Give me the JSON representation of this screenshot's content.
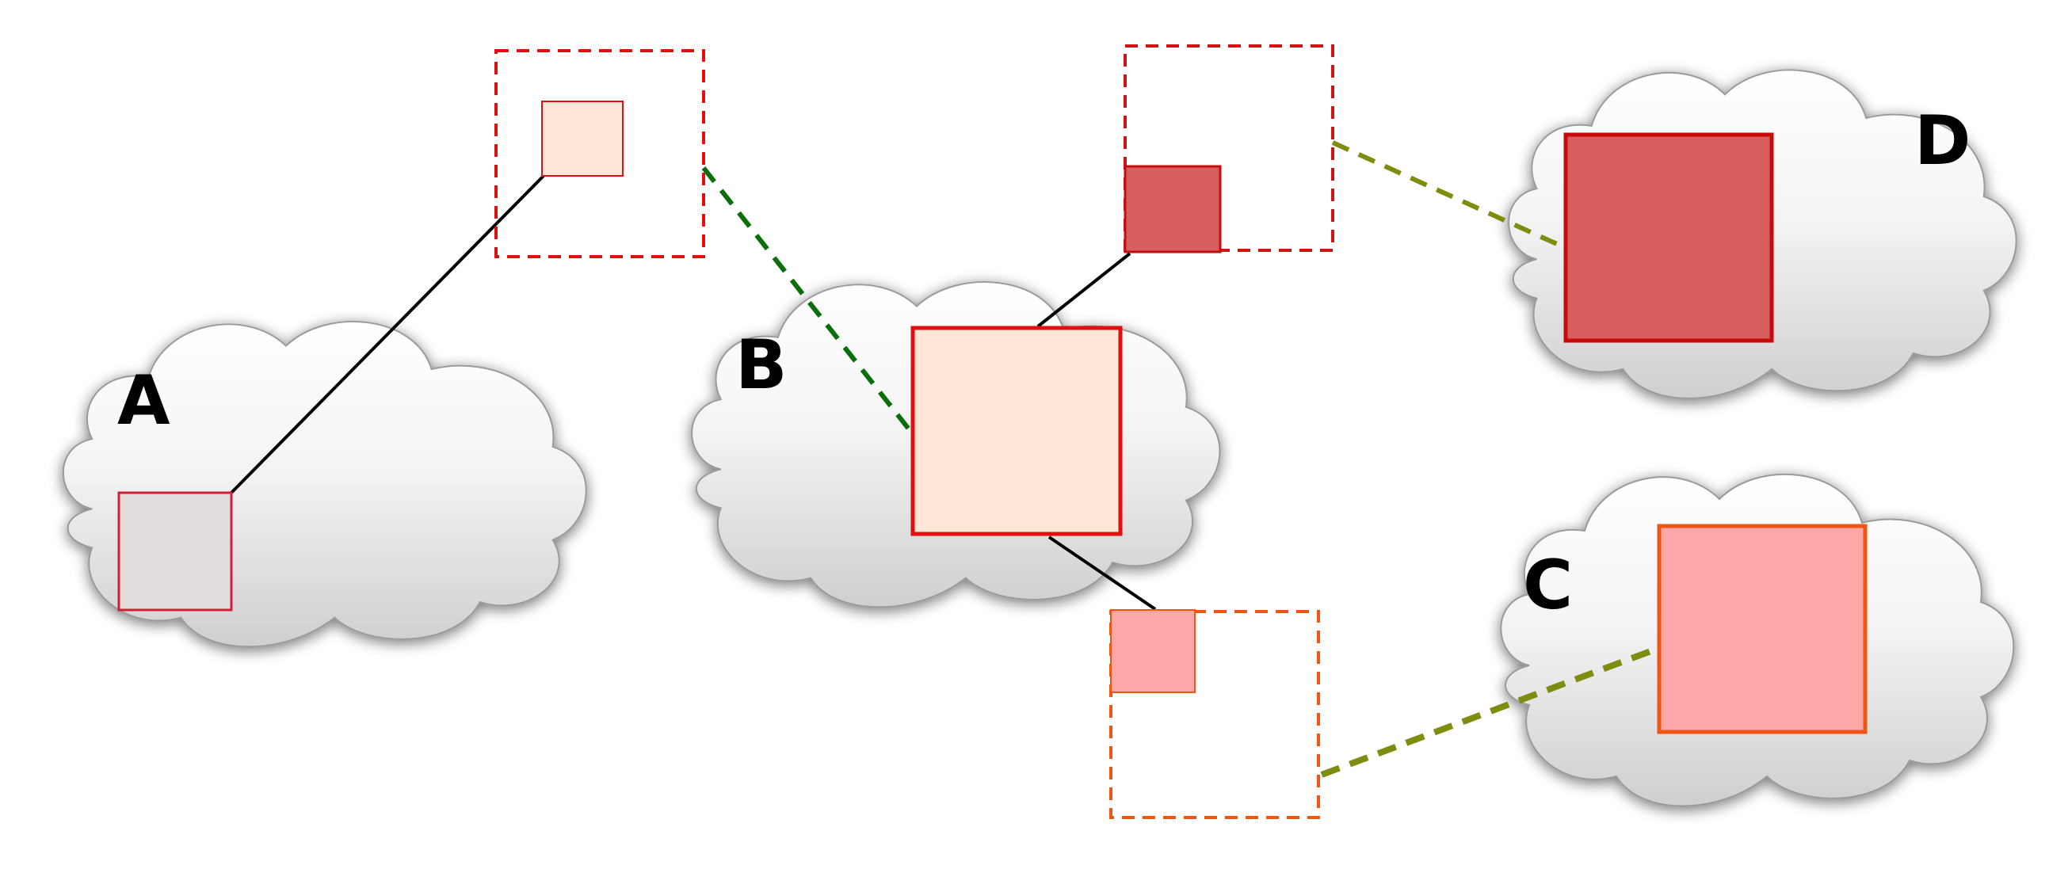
{
  "clouds": [
    {
      "id": "A",
      "label": "A"
    },
    {
      "id": "B",
      "label": "B"
    },
    {
      "id": "C",
      "label": "C"
    },
    {
      "id": "D",
      "label": "D"
    }
  ],
  "colors": {
    "cloud_fill_top": "#ffffff",
    "cloud_fill_bottom": "#d4d4d4",
    "link_black": "#000000",
    "link_green": "#0a6e0a",
    "link_olive": "#808c10",
    "square_A": "#e2dcdc",
    "square_B": "#ffe6d8",
    "square_C": "#fca8a8",
    "square_D": "#d65e5e",
    "border_red": "#e01010",
    "border_crimson": "#d01f3a",
    "border_orange": "#f05514"
  }
}
